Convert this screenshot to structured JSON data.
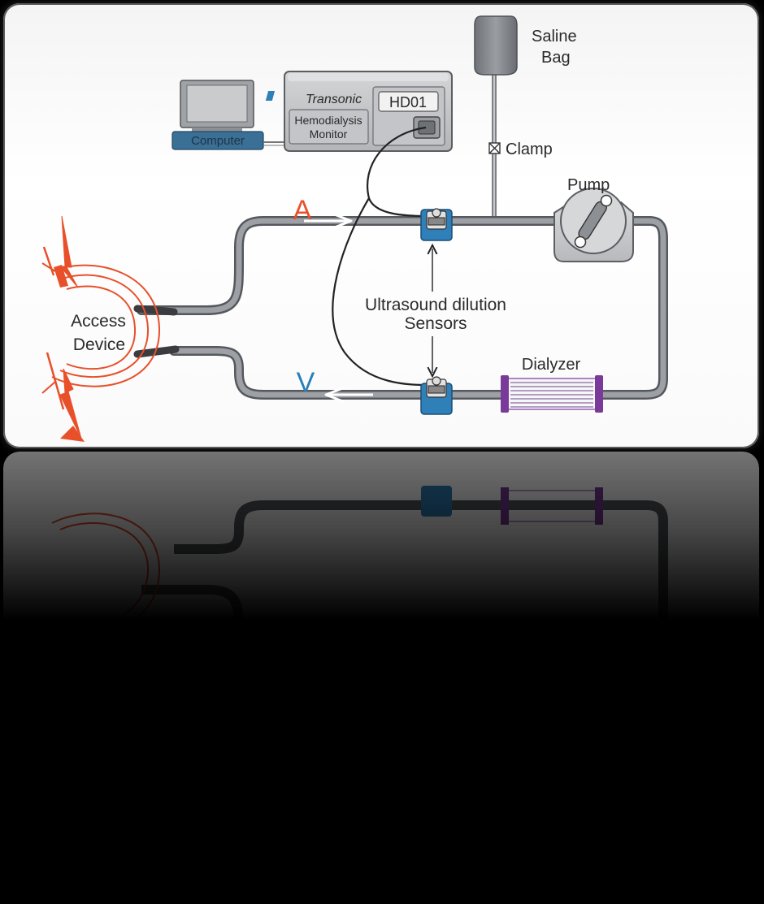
{
  "labels": {
    "saline_bag": [
      "Saline",
      "Bag"
    ],
    "clamp": "Clamp",
    "pump": "Pump",
    "computer": "Computer",
    "brand": "Transonic",
    "model": "HD01",
    "monitor": [
      "Hemodialysis",
      "Monitor"
    ],
    "arterial": "A",
    "venous": "V",
    "sensors": [
      "Ultrasound dilution",
      "Sensors"
    ],
    "dialyzer": "Dialyzer",
    "access_device": [
      "Access",
      "Device"
    ]
  },
  "colors": {
    "arterial": "#e8502a",
    "venous": "#2a7fb8",
    "sensor": "#2f7fb8",
    "dialyzer_cap": "#7a3a9a",
    "tubing": "#8a8d92",
    "access": "#e8502a",
    "computer_base": "#3a6f96"
  }
}
